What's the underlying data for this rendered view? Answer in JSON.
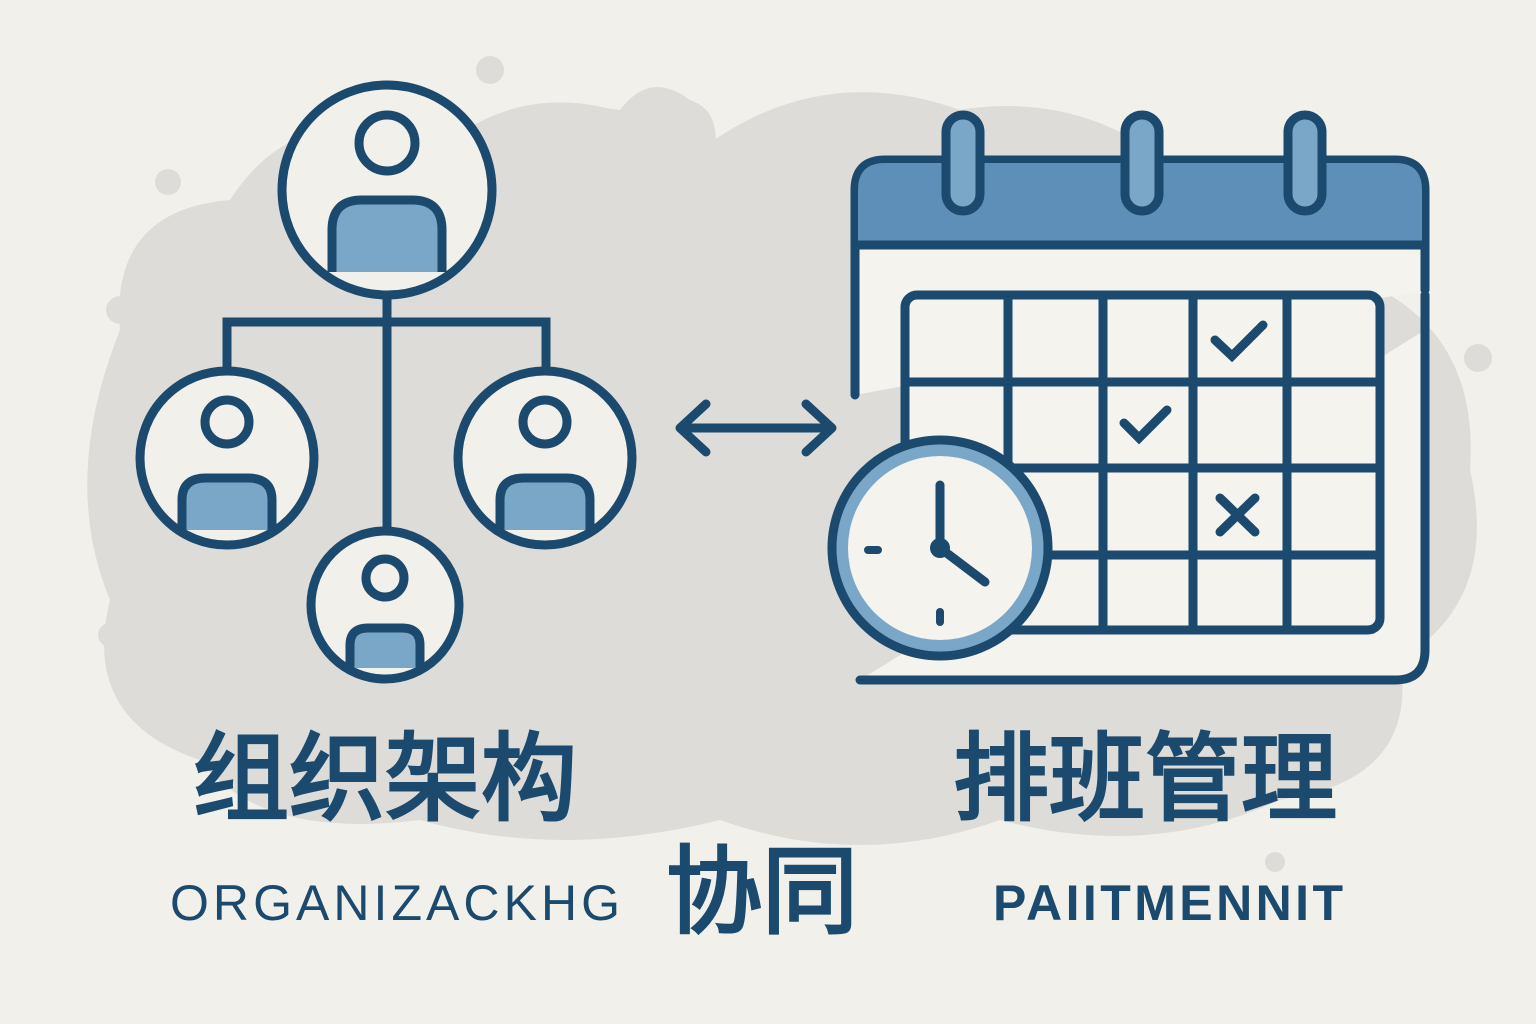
{
  "left_title": "组织架构",
  "left_subtitle": "ORGANIZACKHG",
  "center_label": "协同",
  "right_title": "排班管理",
  "right_subtitle": "PAIITMENNIT",
  "colors": {
    "navy": "#1b4a6e",
    "light_blue": "#7aa6c8",
    "header_blue": "#5e8fb8",
    "background": "#f2f0eb",
    "cloud": "#dedcd8"
  }
}
